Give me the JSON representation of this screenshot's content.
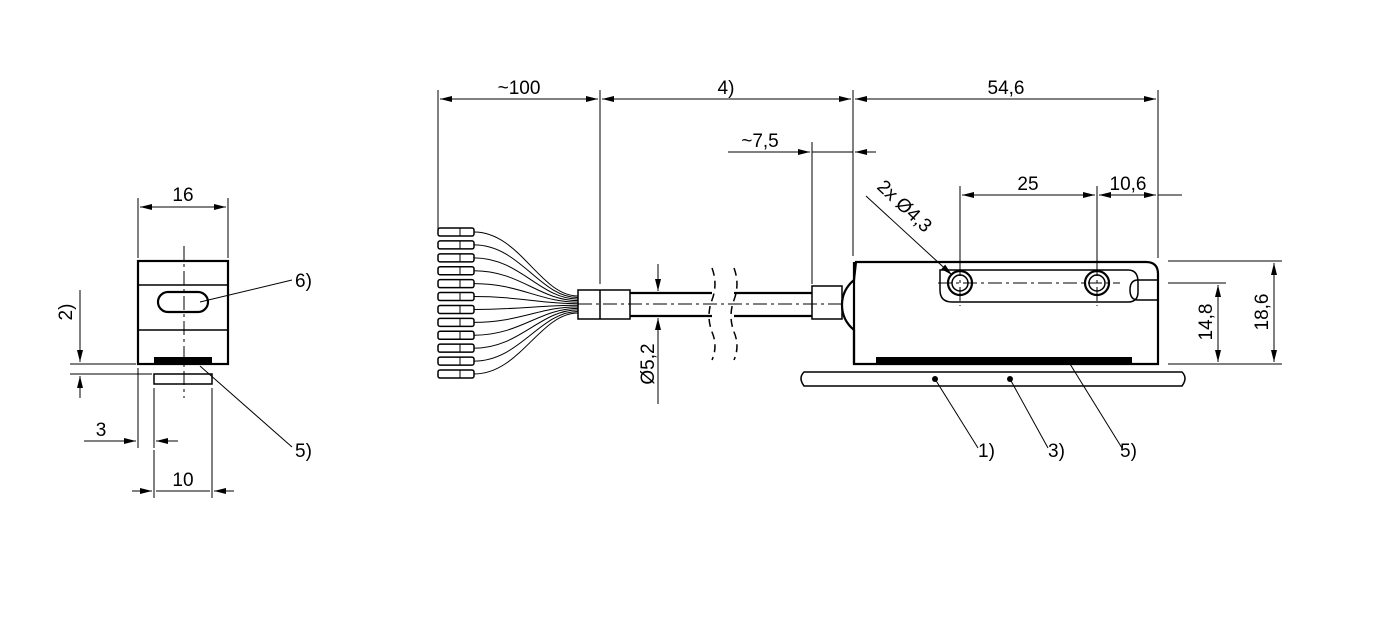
{
  "dimensions": {
    "lead_length": "~100",
    "cable_length": "4)",
    "housing_length": "54,6",
    "sleeve_length": "~7,5",
    "hole_spacing": "25",
    "hole_edge": "10,6",
    "holes": "2x Ø4,3",
    "height_total": "18,6",
    "height_holes": "14,8",
    "cable_diameter": "Ø5,2",
    "width": "16",
    "offset_2": "2)",
    "offset_3": "3",
    "base_width": "10"
  },
  "callouts": {
    "c1": "1)",
    "c3": "3)",
    "c5_side": "5)",
    "c5_main": "5)",
    "c6": "6)"
  }
}
